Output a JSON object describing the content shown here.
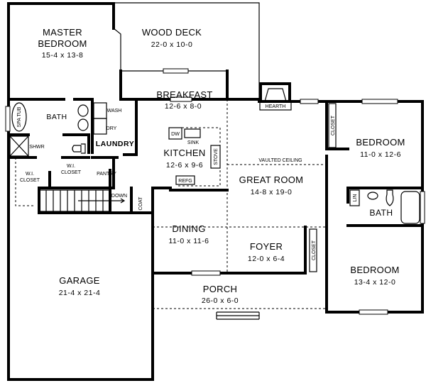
{
  "rooms": {
    "master_bedroom": {
      "name_line1": "MASTER",
      "name_line2": "BEDROOM",
      "size": "15-4 x 13-8"
    },
    "wood_deck": {
      "name": "WOOD DECK",
      "size": "22-0 x 10-0"
    },
    "breakfast": {
      "name": "BREAKFAST",
      "size": "12-6 x 8-0"
    },
    "bath_master": {
      "name": "BATH"
    },
    "laundry": {
      "name": "LAUNDRY"
    },
    "kitchen": {
      "name": "KITCHEN",
      "size": "12-6 x 9-6"
    },
    "great_room": {
      "name": "GREAT ROOM",
      "size": "14-8 x 19-0"
    },
    "bedroom_1": {
      "name": "BEDROOM",
      "size": "11-0 x 12-6"
    },
    "bath_2": {
      "name": "BATH"
    },
    "dining": {
      "name": "DINING",
      "size": "11-0 x 11-6"
    },
    "foyer": {
      "name": "FOYER",
      "size": "12-0 x 6-4"
    },
    "bedroom_2": {
      "name": "BEDROOM",
      "size": "13-4 x 12-0"
    },
    "garage": {
      "name": "GARAGE",
      "size": "21-4 x 21-4"
    },
    "porch": {
      "name": "PORCH",
      "size": "26-0 x 6-0"
    }
  },
  "fixtures": {
    "spa_tub": "SPA TUB",
    "shower": "SHWR",
    "wash": "WASH",
    "dry": "DRY",
    "wi_closet_1": [
      "W.I.",
      "CLOSET"
    ],
    "wi_closet_2": [
      "W.I.",
      "CLOSET"
    ],
    "pantry": "PANTRY",
    "down": "DOWN",
    "coat": "COAT",
    "dishwasher": "DW",
    "sink": "SINK",
    "stove": "STOVE",
    "refrigerator": "REFG",
    "hearth": "HEARTH",
    "vaulted_ceiling": "VAULTED CEILING",
    "closet_bedroom_1": "CLOSET",
    "closet_foyer": "CLOSET",
    "linen": "LIN"
  }
}
